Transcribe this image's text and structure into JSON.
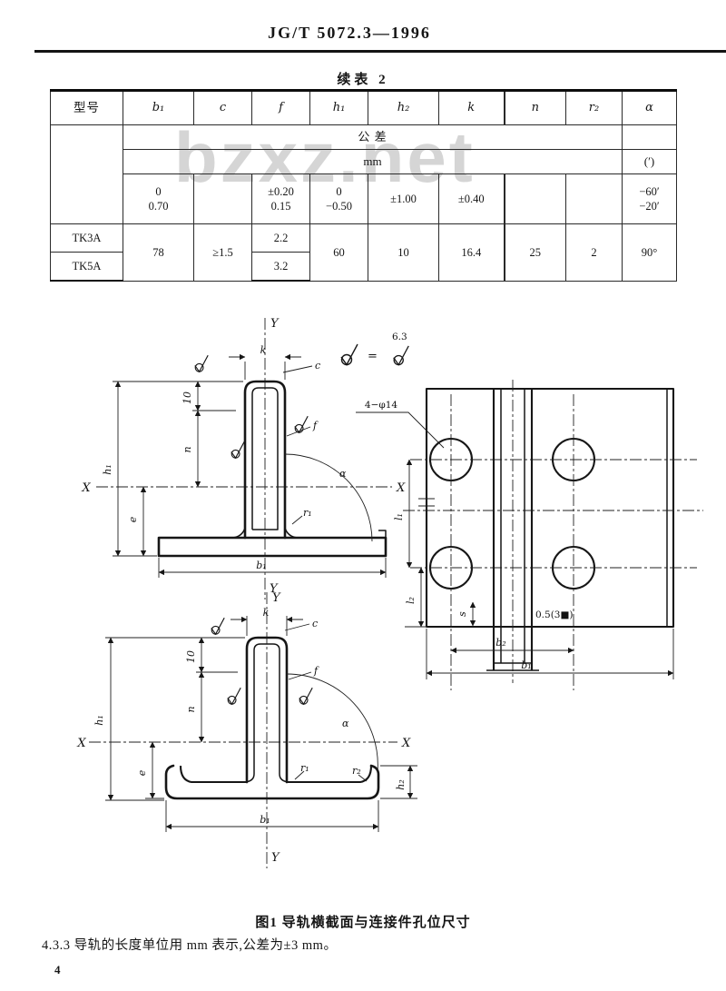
{
  "page": {
    "header": "JG/T 5072.3—1996",
    "watermark": "bzxz.net",
    "figure_caption": "图1  导轨横截面与连接件孔位尺寸",
    "section_text": "4.3.3  导轨的长度单位用 mm 表示,公差为±3 mm。",
    "page_number": "4"
  },
  "table": {
    "title": "续表 2",
    "columns": [
      "型号",
      "b₁",
      "c",
      "f",
      "h₁",
      "h₂",
      "k",
      "n",
      "r₂",
      "α"
    ],
    "tolerance_header": "公        差",
    "unit": "mm",
    "alpha_unit": "(′)",
    "tolerance_row": {
      "b1": "0\n0.70",
      "c": "",
      "f": "±0.20\n0.15",
      "h1": "0\n−0.50",
      "h2": "±1.00",
      "k": "±0.40",
      "n": "",
      "r2": "",
      "alpha": "−60′\n−20′"
    },
    "shared": {
      "b1": "78",
      "c": "≥1.5",
      "h1": "60",
      "h2": "10",
      "k": "16.4",
      "n": "25",
      "r2": "2",
      "alpha": "90°"
    },
    "rows": [
      {
        "model": "TK3A",
        "f": "2.2"
      },
      {
        "model": "TK5A",
        "f": "3.2"
      }
    ]
  },
  "figure": {
    "labels": {
      "Y": "Y",
      "X": "X",
      "k": "k",
      "c": "c",
      "ten": "10",
      "n": "n",
      "h1": "h₁",
      "h2": "h₂",
      "e": "e",
      "f": "f",
      "r1": "r₁",
      "r2": "r₂",
      "alpha": "α",
      "b1": "b₁",
      "b2": "b₂",
      "l1": "l₁",
      "l2": "l₂",
      "s": "s",
      "holes": "4−φ14",
      "note": "0.5(3■)",
      "rough_value": "6.3",
      "equals": "="
    }
  }
}
